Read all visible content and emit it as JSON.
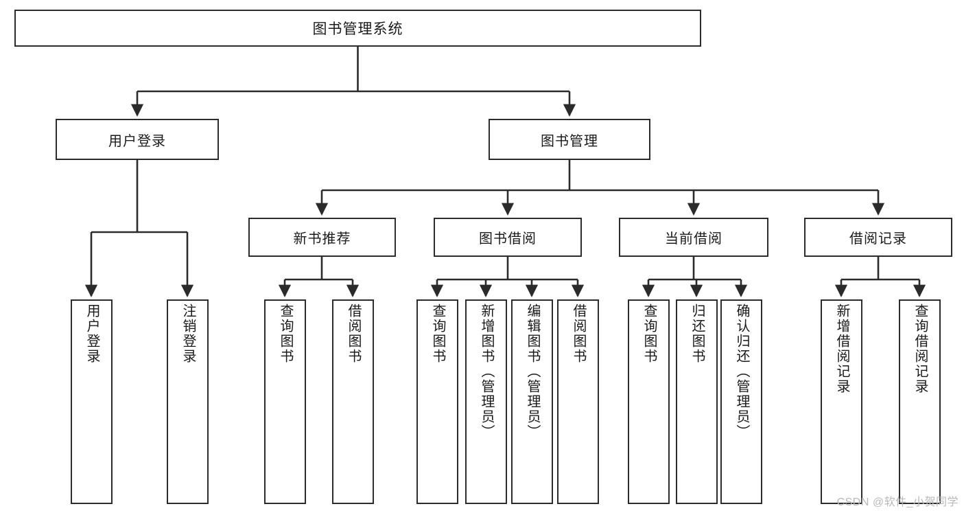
{
  "diagram": {
    "title": "图书管理系统",
    "type": "hierarchy-tree",
    "watermark": "CSDN @软件_小贺同学",
    "colors": {
      "box_border": "#2b2b2b",
      "box_fill": "#ffffff",
      "connector": "#2b2b2b",
      "text": "#1a1a1a",
      "watermark": "#b8b8b8",
      "background": "#ffffff"
    },
    "nodes": {
      "root": {
        "label": "图书管理系统"
      },
      "level1": [
        {
          "label": "用户登录"
        },
        {
          "label": "图书管理"
        }
      ],
      "level2": [
        {
          "label": "新书推荐"
        },
        {
          "label": "图书借阅"
        },
        {
          "label": "当前借阅"
        },
        {
          "label": "借阅记录"
        }
      ],
      "leaves_user_login": [
        {
          "label": "用户登录"
        },
        {
          "label": "注销登录"
        }
      ],
      "leaves_new_books": [
        {
          "label": "查询图书"
        },
        {
          "label": "借阅图书"
        }
      ],
      "leaves_borrow": [
        {
          "label": "查询图书"
        },
        {
          "label": "新增图书（管理员）"
        },
        {
          "label": "编辑图书（管理员）"
        },
        {
          "label": "借阅图书"
        }
      ],
      "leaves_current": [
        {
          "label": "查询图书"
        },
        {
          "label": "归还图书"
        },
        {
          "label": "确认归还（管理员）"
        }
      ],
      "leaves_records": [
        {
          "label": "新增借阅记录"
        },
        {
          "label": "查询借阅记录"
        }
      ]
    }
  }
}
